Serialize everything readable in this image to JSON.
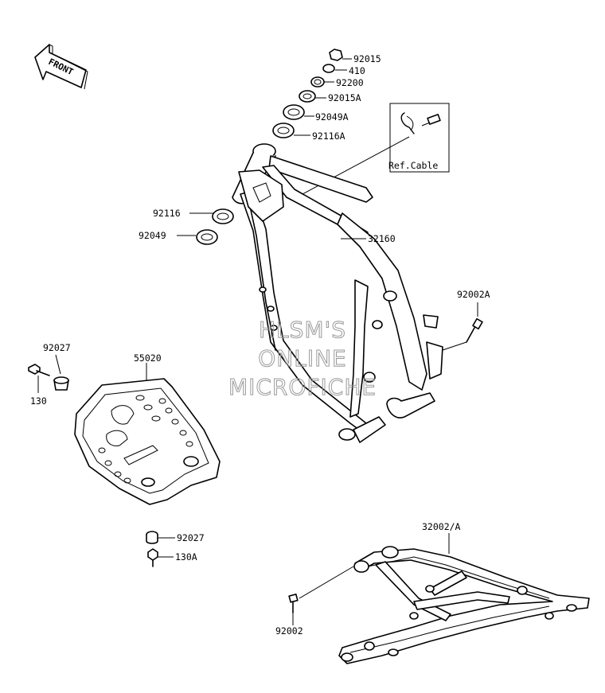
{
  "front_arrow": {
    "label": "FRONT"
  },
  "ref_box": {
    "label": "Ref.Cable"
  },
  "watermark": {
    "lines": [
      "HLSM'S",
      "ONLINE",
      "MICROFICHE"
    ]
  },
  "callouts": [
    {
      "id": "92015",
      "label": "92015"
    },
    {
      "id": "410",
      "label": "410"
    },
    {
      "id": "92200",
      "label": "92200"
    },
    {
      "id": "92015A",
      "label": "92015A"
    },
    {
      "id": "92049A",
      "label": "92049A"
    },
    {
      "id": "92116A",
      "label": "92116A"
    },
    {
      "id": "92116",
      "label": "92116"
    },
    {
      "id": "92049",
      "label": "92049"
    },
    {
      "id": "32160",
      "label": "32160"
    },
    {
      "id": "92002A",
      "label": "92002A"
    },
    {
      "id": "92027-top",
      "label": "92027"
    },
    {
      "id": "130",
      "label": "130"
    },
    {
      "id": "55020",
      "label": "55020"
    },
    {
      "id": "92027-bottom",
      "label": "92027"
    },
    {
      "id": "130A",
      "label": "130A"
    },
    {
      "id": "32002A",
      "label": "32002/A"
    },
    {
      "id": "92002",
      "label": "92002"
    }
  ]
}
